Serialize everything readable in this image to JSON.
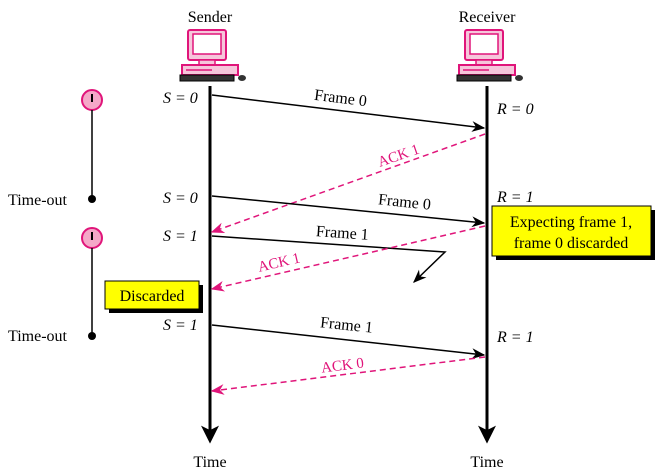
{
  "endpoints": {
    "sender": "Sender",
    "receiver": "Receiver",
    "sender_axis": "Time",
    "receiver_axis": "Time"
  },
  "sender_states": [
    "S = 0",
    "S = 0",
    "S = 1",
    "S = 1"
  ],
  "receiver_states": [
    "R = 0",
    "R = 1",
    "R = 1"
  ],
  "frames": [
    "Frame 0",
    "Frame 0",
    "Frame 1",
    "Frame 1"
  ],
  "acks": [
    "ACK 1",
    "ACK 1",
    "ACK 0"
  ],
  "timers": {
    "timeout_1": "Time-out",
    "timeout_2": "Time-out"
  },
  "notes": {
    "receiver_note_line1": "Expecting frame 1,",
    "receiver_note_line2": "frame 0 discarded",
    "sender_note": "Discarded"
  },
  "colors": {
    "ack": "#e0157a",
    "note_fill": "#ffff00",
    "clock_fill": "#f0a0c0",
    "computer": "#e0157a"
  }
}
